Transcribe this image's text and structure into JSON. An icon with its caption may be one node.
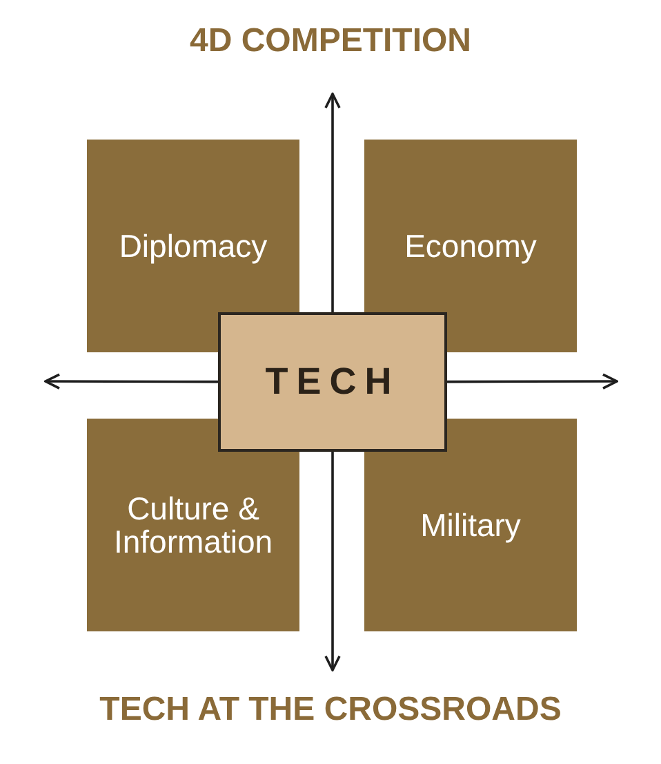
{
  "diagram": {
    "title": "4D COMPETITION",
    "caption": "TECH AT THE CROSSROADS",
    "nodes": [
      {
        "text": [
          "Diplomacy"
        ]
      },
      {
        "text": [
          "Economy"
        ]
      },
      {
        "text": [
          "TECH"
        ]
      },
      {
        "text": [
          "Culture & Information"
        ]
      },
      {
        "text": [
          "Military"
        ]
      }
    ],
    "edges": [
      {
        "from": 2,
        "to": null,
        "arrow": "to"
      },
      {
        "from": 2,
        "to": null,
        "arrow": "to"
      },
      {
        "from": 2,
        "to": null,
        "arrow": "to"
      },
      {
        "from": 2,
        "to": null,
        "arrow": "to"
      }
    ]
  }
}
